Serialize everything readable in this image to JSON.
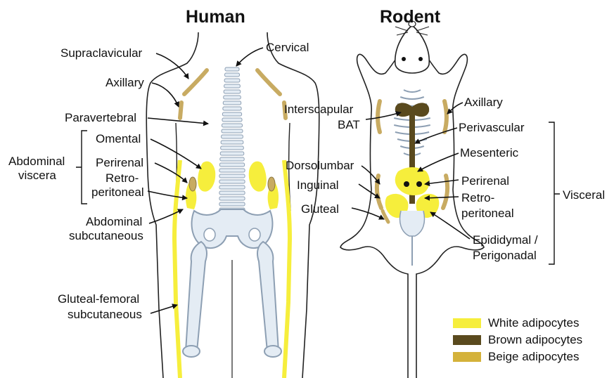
{
  "titles": {
    "human": "Human",
    "rodent": "Rodent"
  },
  "human_labels": {
    "supraclavicular": "Supraclavicular",
    "cervical": "Cervical",
    "axillary": "Axillary",
    "paravertebral": "Paravertebral",
    "abdominal_viscera_1": "Abdominal",
    "abdominal_viscera_2": "viscera",
    "omental": "Omental",
    "perirenal": "Perirenal",
    "retro_1": "Retro-",
    "retro_2": "peritoneal",
    "abd_sub_1": "Abdominal",
    "abd_sub_2": "subcutaneous",
    "glut_fem_1": "Gluteal-femoral",
    "glut_fem_2": "subcutaneous"
  },
  "rodent_labels": {
    "interscapular_1": "Interscapular",
    "interscapular_2": "BAT",
    "axillary": "Axillary",
    "perivascular": "Perivascular",
    "mesenteric": "Mesenteric",
    "dorsolumbar": "Dorsolumbar",
    "inguinal": "Inguinal",
    "gluteal": "Gluteal",
    "perirenal": "Perirenal",
    "retro_1": "Retro-",
    "retro_2": "peritoneal",
    "epididymal_1": "Epididymal /",
    "epididymal_2": "Perigonadal",
    "visceral": "Visceral"
  },
  "legend": [
    {
      "label": "White adipocytes",
      "color": "#f6ee3c"
    },
    {
      "label": "Brown adipocytes",
      "color": "#5a4a1e"
    },
    {
      "label": "Beige adipocytes",
      "color": "#d4b23a"
    }
  ],
  "colors": {
    "white_fat": "#f6ee3c",
    "brown_fat": "#5a4a1e",
    "beige_fat": "#c8ab62",
    "bone_fill": "#e4ecf4",
    "bone_stroke": "#8d9fb3",
    "outline": "#222222"
  }
}
